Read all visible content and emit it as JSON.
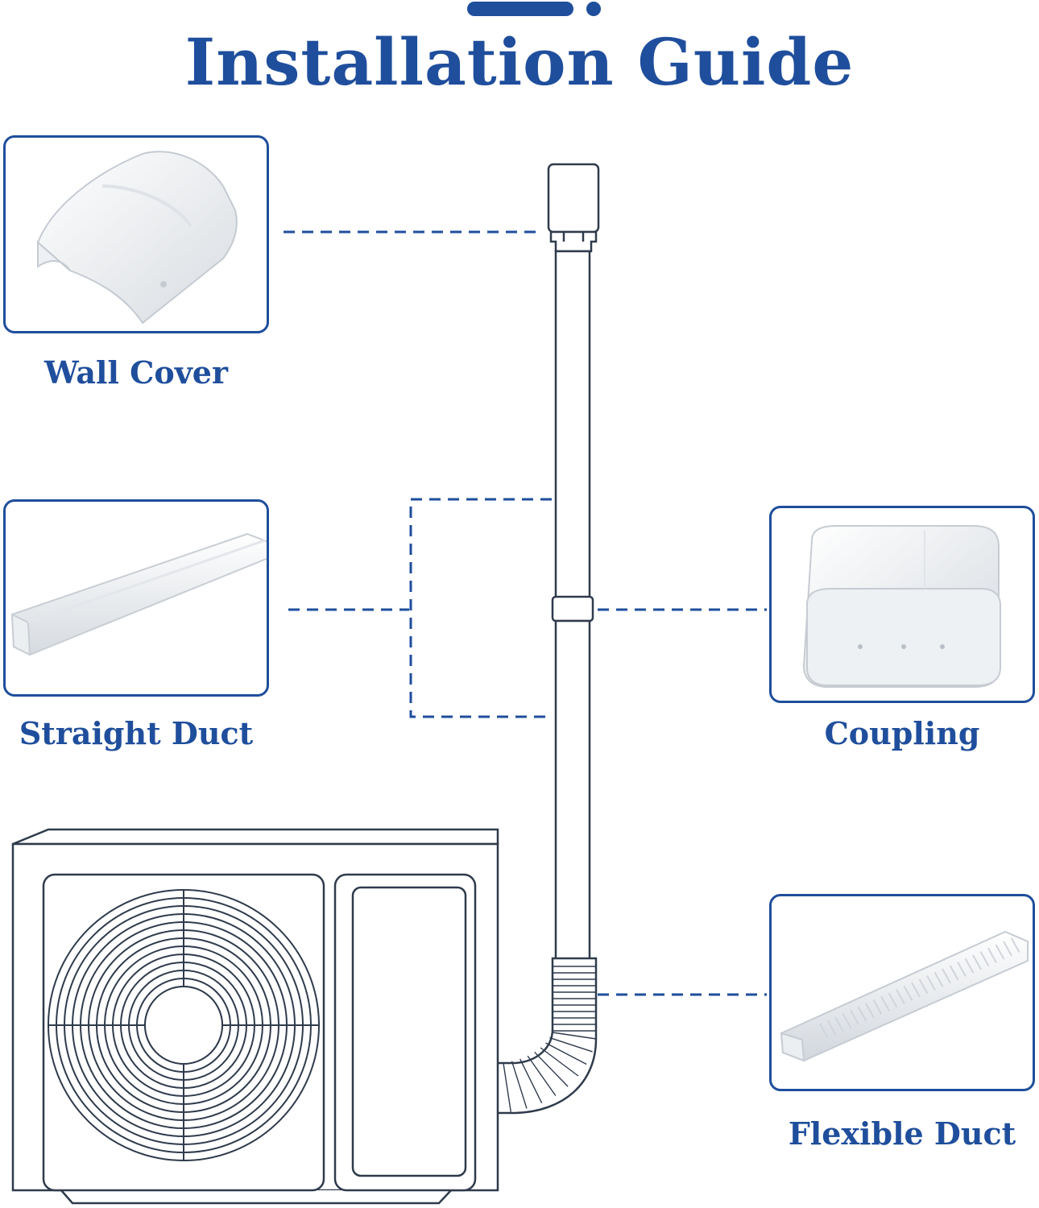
{
  "title": "Installation Guide",
  "parts": {
    "wall_cover": {
      "label": "Wall Cover",
      "icon": "wall-cover-image"
    },
    "straight_duct": {
      "label": "Straight Duct",
      "icon": "straight-duct-image"
    },
    "coupling": {
      "label": "Coupling",
      "icon": "coupling-image"
    },
    "flexible_duct": {
      "label": "Flexible Duct",
      "icon": "flexible-duct-image"
    }
  },
  "colors": {
    "accent": "#1f4e9c",
    "line": "#2f3b4c",
    "part_white": "#f6f7f8",
    "part_shade": "#d9dde2"
  }
}
